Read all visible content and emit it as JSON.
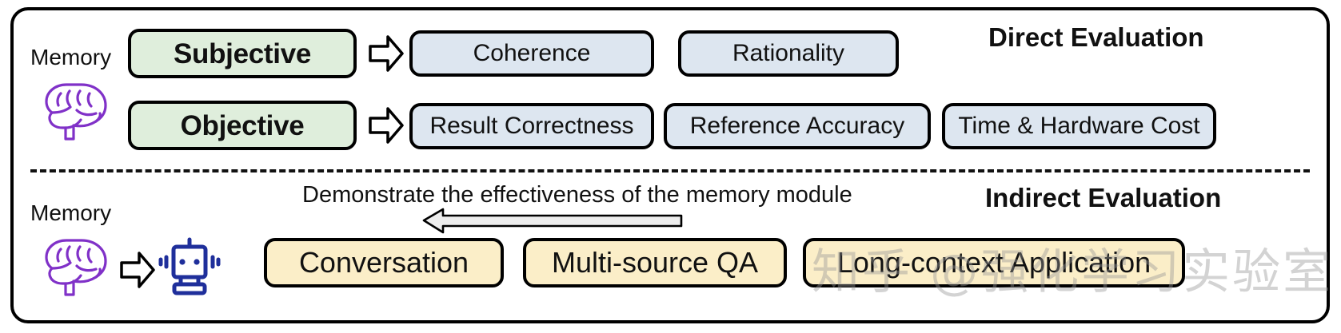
{
  "figure": {
    "sections": {
      "direct": {
        "title": "Direct Evaluation",
        "memory_label": "Memory",
        "brain_icon": "brain-icon",
        "rows": [
          {
            "category": "Subjective",
            "arrow_icon": "arrow-right-icon",
            "items": [
              "Coherence",
              "Rationality"
            ]
          },
          {
            "category": "Objective",
            "arrow_icon": "arrow-right-icon",
            "items": [
              "Result Correctness",
              "Reference Accuracy",
              "Time & Hardware Cost"
            ]
          }
        ]
      },
      "indirect": {
        "title": "Indirect Evaluation",
        "memory_label": "Memory",
        "brain_icon": "brain-icon",
        "arrow_icon": "arrow-right-icon",
        "agent_icon": "robot-icon",
        "caption": "Demonstrate the effectiveness of the memory module",
        "feedback_arrow_icon": "long-arrow-left-icon",
        "items": [
          "Conversation",
          "Multi-source QA",
          "Long-context Application"
        ]
      }
    },
    "watermark": "知乎 @强化学习实验室",
    "colors": {
      "category_fill": "#dfeedc",
      "direct_item_fill": "#dde6f0",
      "indirect_item_fill": "#fbeec8",
      "outline": "#000000",
      "brain": "#8031c8",
      "robot": "#1f2f9b"
    }
  }
}
